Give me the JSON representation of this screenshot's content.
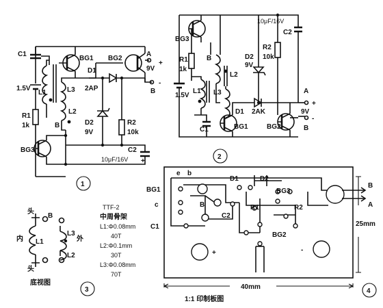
{
  "figures": {
    "fig1": {
      "number": "1",
      "labels": {
        "c1": "C1",
        "bg1": "BG1",
        "bg2": "BG2",
        "a": "A",
        "nine_v": "9V",
        "plus": "+",
        "b": "B",
        "minus": "-",
        "d1": "D1",
        "d1_part": "2AP",
        "battery": "1.5V",
        "l1": "L1",
        "l3": "L3",
        "l2": "L2",
        "r1": "R1",
        "r1_val": "1k",
        "b_tap": "B",
        "d2": "D2",
        "d2_val": "9V",
        "r2": "R2",
        "r2_val": "10k",
        "bg3": "BG3",
        "c2": "C2",
        "c2_val": "10μF/16V"
      }
    },
    "fig2": {
      "number": "2",
      "labels": {
        "bg3": "BG3",
        "c2_val": "10μF/16V",
        "c2": "C2",
        "r1": "R1",
        "r1_val": "1k",
        "b_tap": "B",
        "l2": "L2",
        "d2": "D2",
        "d2_val": "9V",
        "r2": "R2",
        "r2_val": "10k",
        "battery": "1.5V",
        "l1": "L1",
        "l3": "L3",
        "d1": "D1",
        "d1_part": "2AK",
        "a": "A",
        "nine_v": "9V",
        "b": "B",
        "c1": "C1",
        "bg1": "BG1",
        "bg2": "BG2",
        "plus": "+",
        "minus": "-"
      }
    },
    "fig3": {
      "number": "3",
      "labels": {
        "head_top": "头",
        "b": "B",
        "inner": "内",
        "l1": "L1",
        "l3": "L3",
        "outer": "外",
        "l2": "L2",
        "head_bottom": "头",
        "bottom_view": "底视图"
      },
      "spec_lines": [
        "TTF-2",
        "中周骨架",
        "L1:Φ0.08mm",
        "40T",
        "L2:Φ0.1mm",
        "30T",
        "L3:Φ0.08mm",
        "70T"
      ]
    },
    "fig4": {
      "number": "4",
      "labels": {
        "e": "e",
        "b_small": "b",
        "bg1": "BG1",
        "c": "c",
        "c1": "C1",
        "b_core": "B",
        "c2": "C2",
        "d1": "D1",
        "d2": "D2",
        "bg3": "BG3",
        "r1": "R1",
        "r2": "R2",
        "bg2": "BG2",
        "out_b": "B",
        "out_a": "A",
        "plus": "+",
        "minus": "-",
        "width": "40mm",
        "height": "25mm",
        "caption": "1:1 印制板图"
      }
    }
  }
}
